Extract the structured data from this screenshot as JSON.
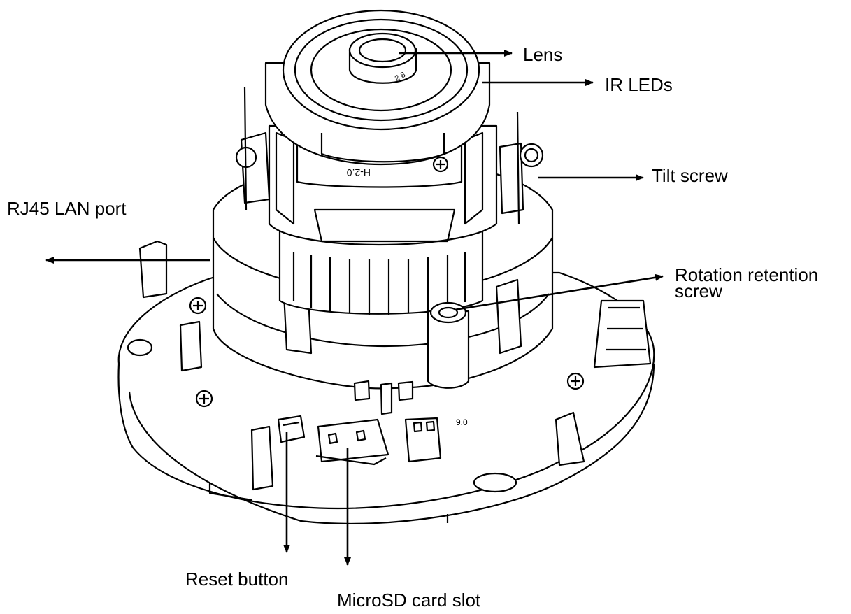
{
  "labels": {
    "lens": "Lens",
    "ir_leds": "IR LEDs",
    "tilt_screw": "Tilt screw",
    "rj45_lan_port": "RJ45 LAN port",
    "rotation_retention_screw_line1": "Rotation retention",
    "rotation_retention_screw_line2": "screw",
    "reset_button": "Reset button",
    "microsd_card_slot": "MicroSD card slot"
  },
  "markings": {
    "lens_mark": "2.8",
    "bracket_mark": "H-2.0",
    "board_mark": "9.0"
  },
  "colors": {
    "ink": "#000000",
    "background": "#ffffff"
  }
}
